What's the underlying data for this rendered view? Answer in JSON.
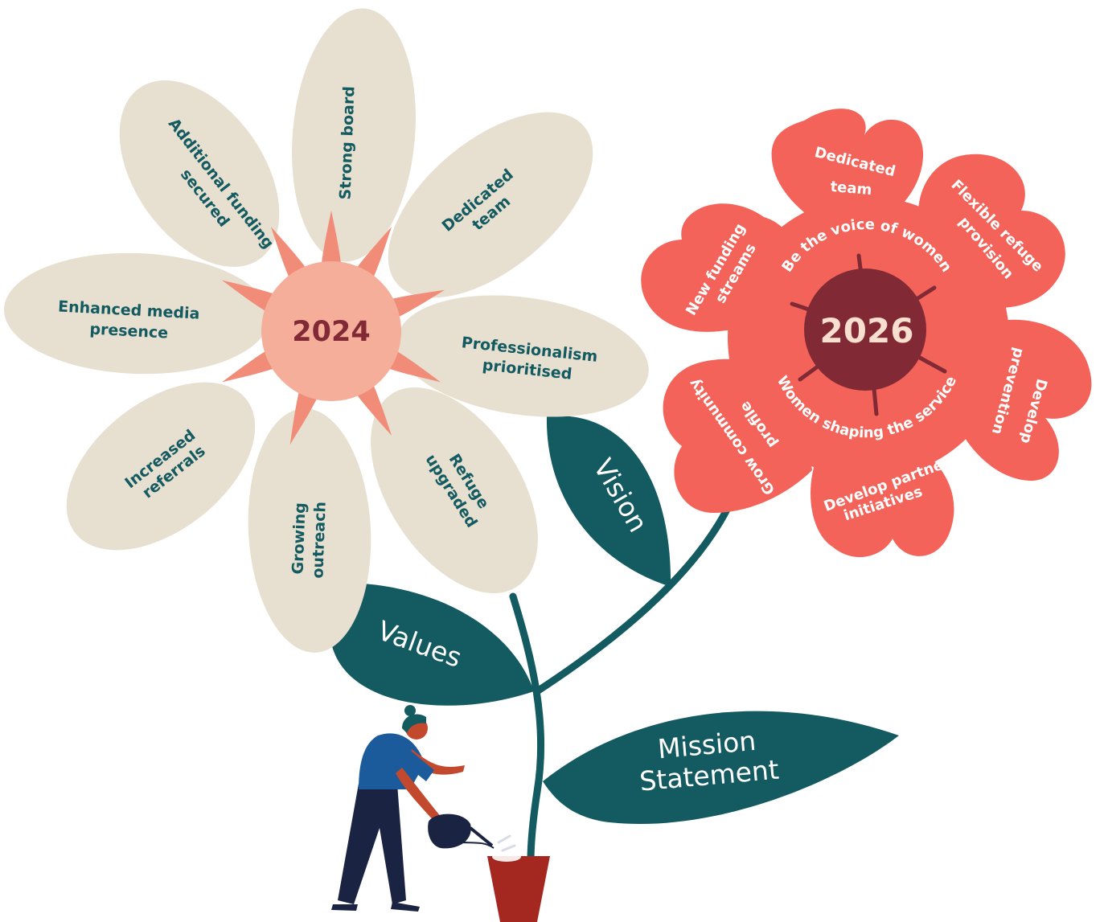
{
  "flower_2024": {
    "center_label": "2024",
    "petals": [
      {
        "line1": "Additional funding",
        "line2": "secured"
      },
      {
        "line1": "Strong board",
        "line2": ""
      },
      {
        "line1": "Dedicated",
        "line2": "team"
      },
      {
        "line1": "Enhanced media",
        "line2": "presence"
      },
      {
        "line1": "Professionalism",
        "line2": "prioritised"
      },
      {
        "line1": "Increased",
        "line2": "referrals"
      },
      {
        "line1": "Growing",
        "line2": "outreach"
      },
      {
        "line1": "Refuge",
        "line2": "upgraded"
      }
    ]
  },
  "flower_2026": {
    "center_label": "2026",
    "ring_top": "Be the voice of women",
    "ring_bottom": "Women shaping the service",
    "petals": [
      {
        "line1": "Dedicated",
        "line2": "team"
      },
      {
        "line1": "Flexible refuge",
        "line2": "provision"
      },
      {
        "line1": "New funding",
        "line2": "streams"
      },
      {
        "line1": "Develop",
        "line2": "prevention"
      },
      {
        "line1": "Grow community",
        "line2": "profile"
      },
      {
        "line1": "Develop partner",
        "line2": "initiatives"
      }
    ]
  },
  "leaves": {
    "vision": "Vision",
    "values": "Values",
    "mission_line1": "Mission",
    "mission_line2": "Statement"
  },
  "colors": {
    "teal": "#135a61",
    "cream": "#e7dfcf",
    "coral": "#f36359",
    "salmon_center": "#f4ae99",
    "sepal": "#f08c78",
    "maroon": "#812a36",
    "pot": "#a4281f"
  }
}
